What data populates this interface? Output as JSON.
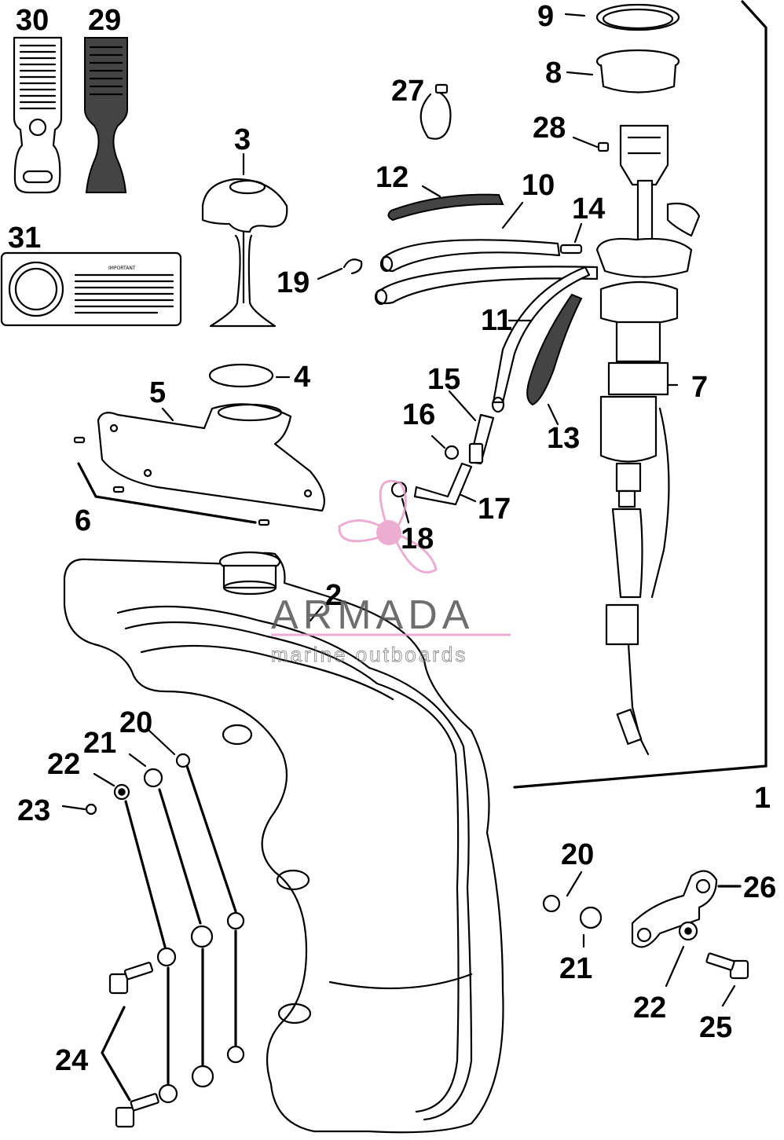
{
  "labels": {
    "p1": "1",
    "p2": "2",
    "p3": "3",
    "p4": "4",
    "p5": "5",
    "p6": "6",
    "p7": "7",
    "p8": "8",
    "p9": "9",
    "p10": "10",
    "p11": "11",
    "p12": "12",
    "p13": "13",
    "p14": "14",
    "p15": "15",
    "p16": "16",
    "p17": "17",
    "p18": "18",
    "p19": "19",
    "p20a": "20",
    "p20b": "20",
    "p21a": "21",
    "p21b": "21",
    "p22a": "22",
    "p22b": "22",
    "p23": "23",
    "p24": "24",
    "p25": "25",
    "p26": "26",
    "p27": "27",
    "p28": "28",
    "p29": "29",
    "p30": "30",
    "p31": "31"
  },
  "decal_31": {
    "title": "IMPORTANT"
  },
  "watermark": {
    "brand": "ARMADA",
    "tagline": "marine outboards",
    "accent_color": "#e8a0c8"
  }
}
